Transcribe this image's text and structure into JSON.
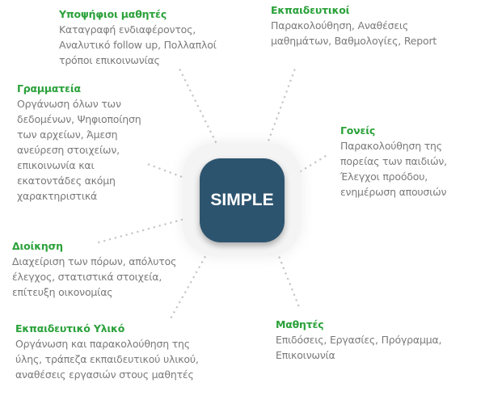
{
  "center": {
    "label": "SIMPLE"
  },
  "items": [
    {
      "title": "Υποψήφιοι μαθητές",
      "lines": [
        "Καταγραφή ενδιαφέροντος,",
        "Αναλυτικό follow up, Πολλαπλοί",
        "τρόποι επικοινωνίας"
      ]
    },
    {
      "title": "Εκπαιδευτικοί",
      "lines": [
        "Παρακολούθηση, Αναθέσεις",
        "μαθημάτων, Βαθμολογίες, Report"
      ]
    },
    {
      "title": "Γραμματεία",
      "lines": [
        "Οργάνωση όλων των",
        "δεδομένων, Ψηφιοποίηση",
        "των αρχείων, Άμεση",
        "ανεύρεση στοιχείων,",
        "επικοινωνία και",
        "εκατοντάδες ακόμη",
        "χαρακτηριστικά"
      ]
    },
    {
      "title": "Γονείς",
      "lines": [
        "Παρακολούθηση της",
        "πορείας των παιδιών,",
        "Έλεγχοι προόδου,",
        "ενημέρωση απουσιών"
      ]
    },
    {
      "title": "Διοίκηση",
      "lines": [
        "Διαχείριση των πόρων, απόλυτος",
        "έλεγχος, στατιστικά στοιχεία,",
        "επίτευξη οικονομίας"
      ]
    },
    {
      "title": "Εκπαιδευτικό Υλικό",
      "lines": [
        "Οργάνωση και παρακολούθηση της",
        "ύλης, τράπεζα εκπαιδευτικού υλικού,",
        "αναθέσεις εργασιών στους μαθητές"
      ]
    },
    {
      "title": "Μαθητές",
      "lines": [
        "Επιδόσεις, Εργασίες, Πρόγραμμα,",
        "Επικοινωνία"
      ]
    }
  ],
  "colors": {
    "title": "#2aa13a",
    "body": "#7a7a7a",
    "center": "#2d546f"
  }
}
